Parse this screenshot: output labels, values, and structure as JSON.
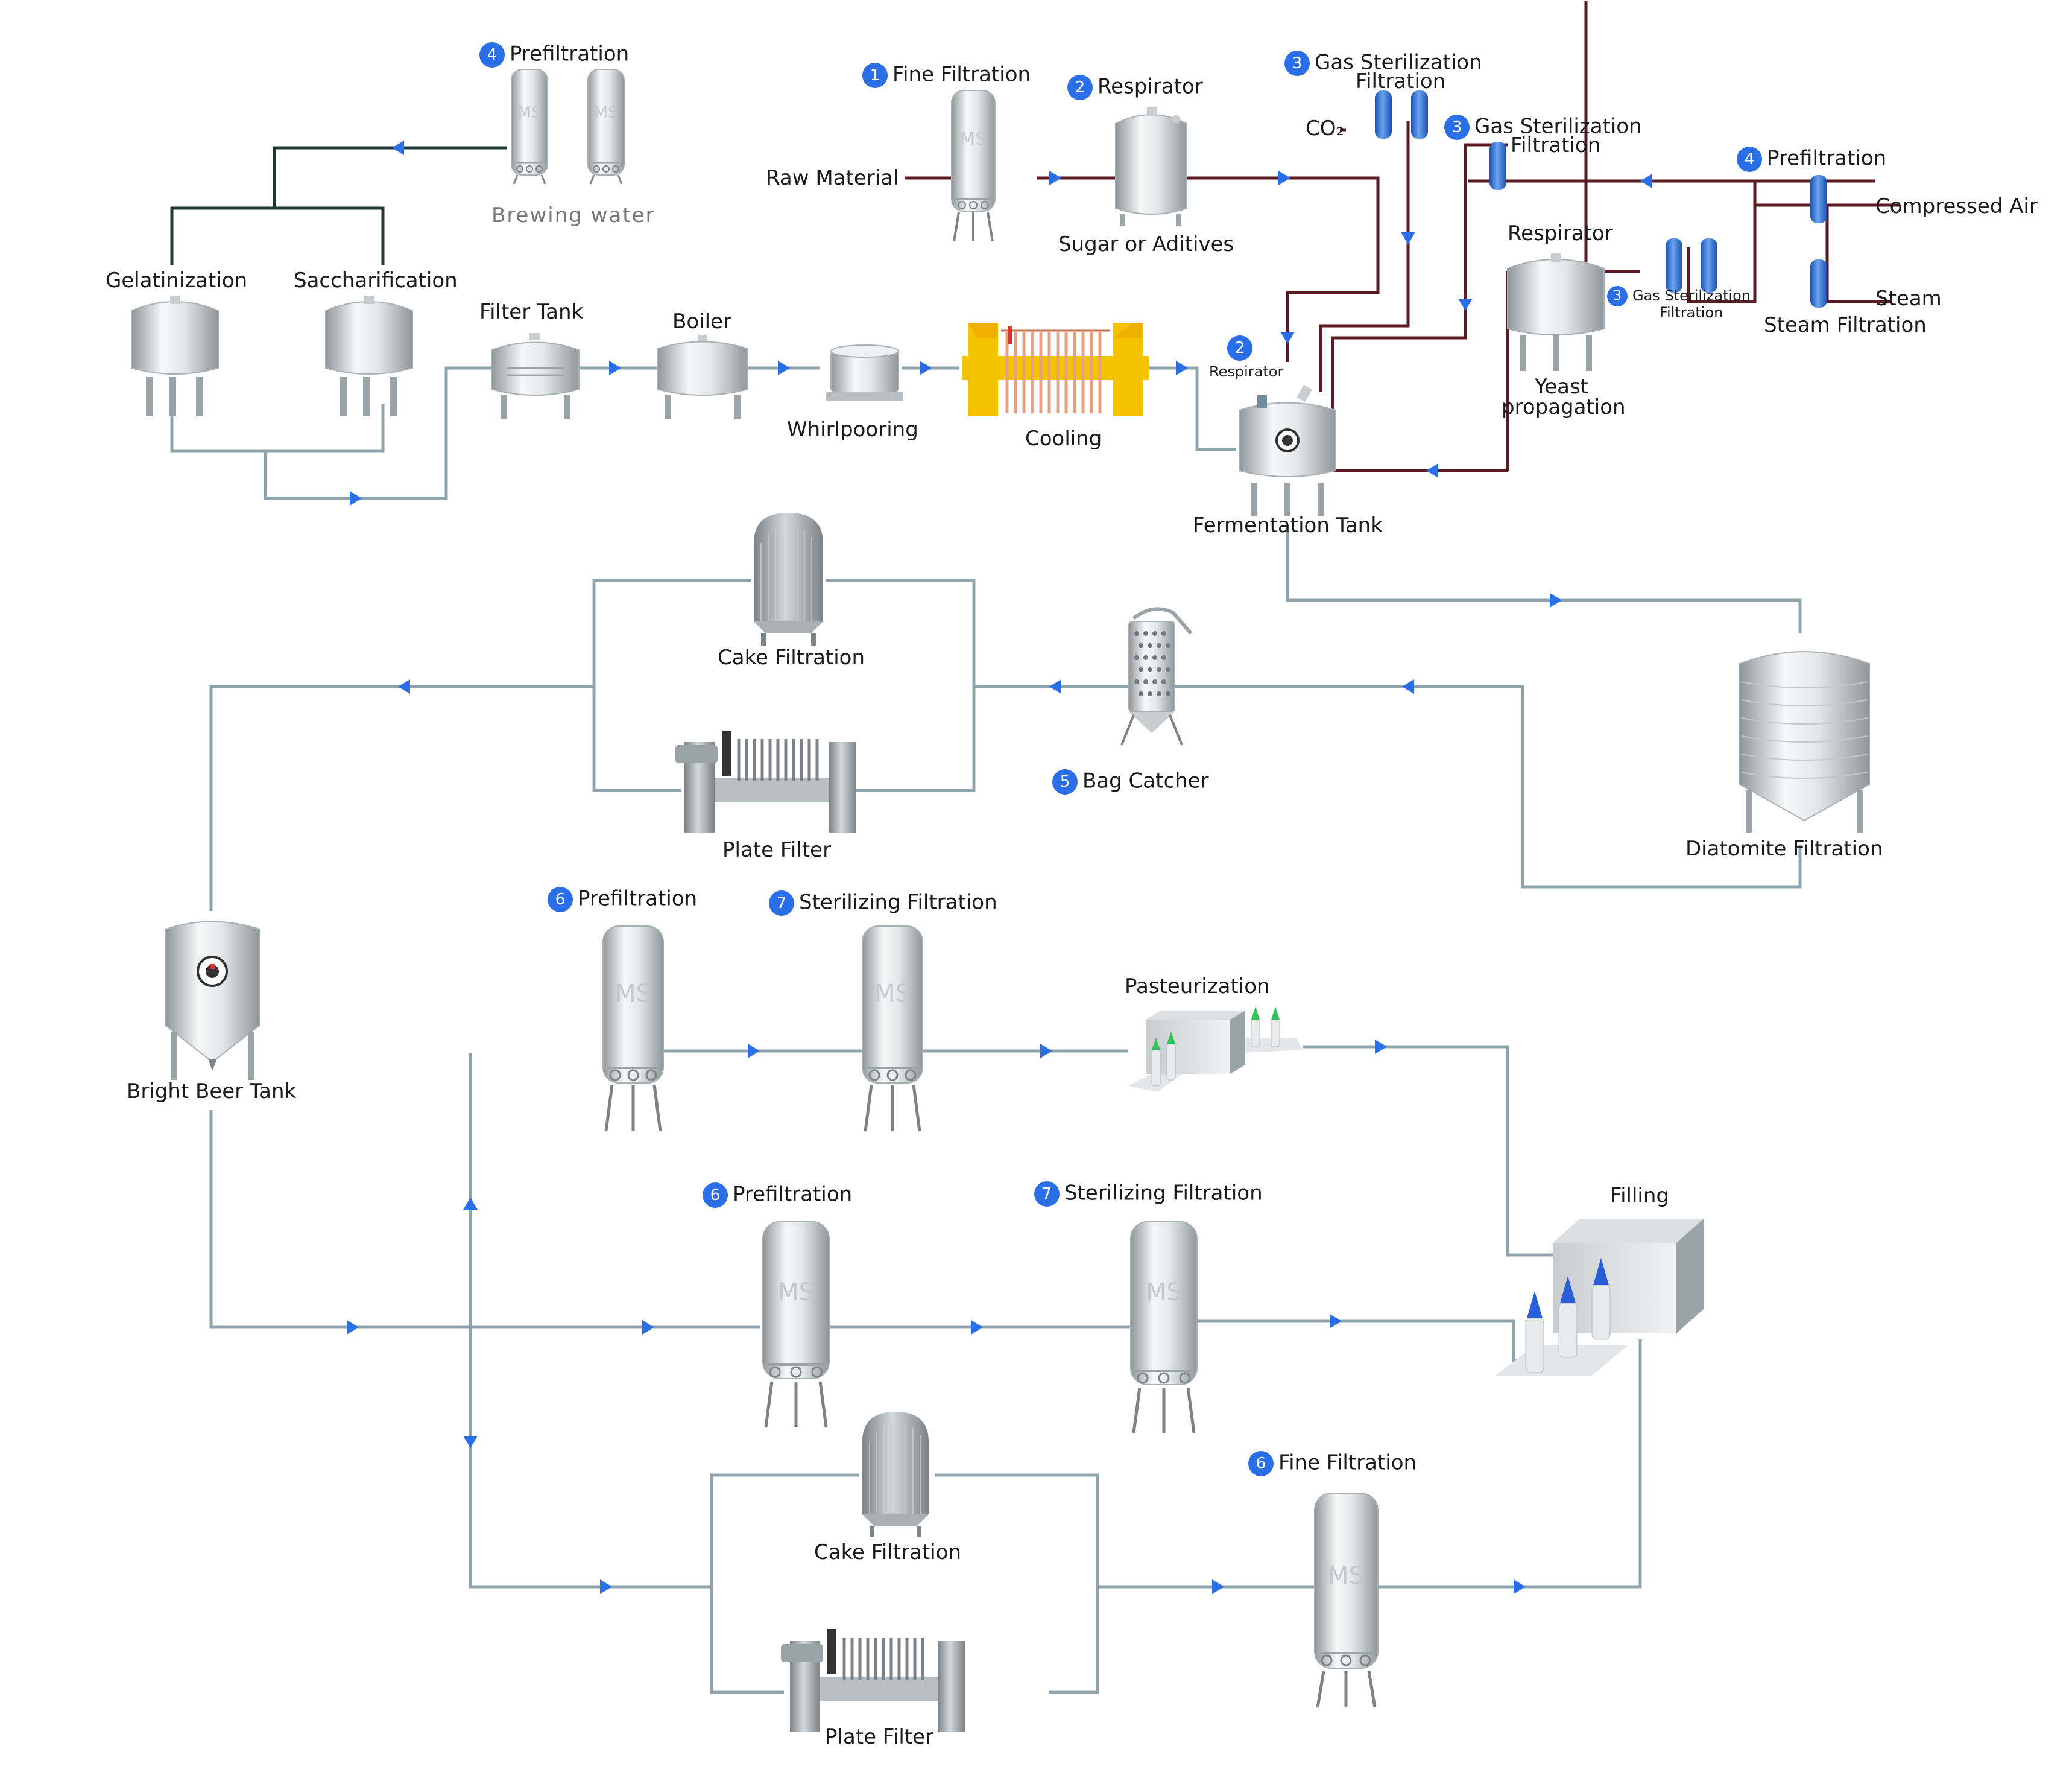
{
  "colors": {
    "water_line": "#8fa3ad",
    "steam_line": "#5a1a22",
    "brew_line": "#1f3a35",
    "arrow": "#2a6ee8",
    "badge": "#2a6ee8",
    "tank_light": "#f2f4f5",
    "tank_dark": "#9aa3a8",
    "cooler": "#f5c400",
    "cooler_fins": "#e8a080",
    "filter_blue": "#3a78d8"
  },
  "labels": {
    "prefiltration_top": {
      "num": "4",
      "text": "Prefiltration"
    },
    "brewing_water": "Brewing water",
    "gelatinization": "Gelatinization",
    "saccharification": "Saccharification",
    "filter_tank": "Filter Tank",
    "boiler": "Boiler",
    "whirlpooring": "Whirlpooring",
    "cooling": "Cooling",
    "raw_material": "Raw Material",
    "fine_filtration_1": {
      "num": "1",
      "text": "Fine Filtration"
    },
    "respirator_2": {
      "num": "2",
      "text": "Respirator"
    },
    "sugar": "Sugar or Aditives",
    "gas_steril_a": {
      "num": "3",
      "line1": "Gas Sterilization",
      "line2": "Filtration"
    },
    "co2": "CO₂",
    "gas_steril_b": {
      "num": "3",
      "line1": "Gas Sterilization",
      "line2": "Filtration"
    },
    "prefiltration_air": {
      "num": "4",
      "text": "Prefiltration"
    },
    "compressed_air": "Compressed Air",
    "steam": "Steam",
    "steam_filtration": "Steam Filtration",
    "respirator_yeast": "Respirator",
    "gas_steril_c": {
      "num": "3",
      "line1": "Gas Sterilization",
      "line2": "Filtration"
    },
    "yeast": {
      "line1": "Yeast",
      "line2": "propagation"
    },
    "respirator_ferm": {
      "num": "2",
      "text": "Respirator"
    },
    "fermentation_tank": "Fermentation Tank",
    "cake_filtration_1": "Cake Filtration",
    "plate_filter_1": "Plate Filter",
    "bag_catcher": {
      "num": "5",
      "text": "Bag Catcher"
    },
    "diatomite": "Diatomite Filtration",
    "bright_beer": "Bright Beer Tank",
    "prefiltration_6a": {
      "num": "6",
      "text": "Prefiltration"
    },
    "sterilizing_7a": {
      "num": "7",
      "text": "Sterilizing Filtration"
    },
    "pasteurization": "Pasteurization",
    "filling": "Filling",
    "prefiltration_6b": {
      "num": "6",
      "text": "Prefiltration"
    },
    "sterilizing_7b": {
      "num": "7",
      "text": "Sterilizing Filtration"
    },
    "cake_filtration_2": "Cake Filtration",
    "fine_filtration_6": {
      "num": "6",
      "text": "Fine Filtration"
    },
    "plate_filter_2": "Plate Filter",
    "ms_mark": "MS"
  }
}
